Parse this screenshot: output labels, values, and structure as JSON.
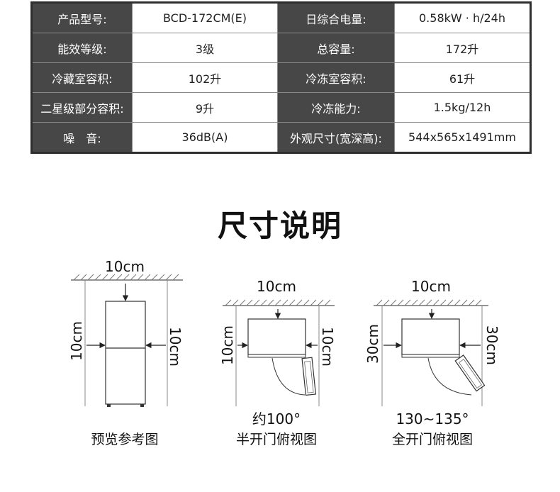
{
  "spec_rows": [
    [
      {
        "label": "产品型号:",
        "value": "BCD-172CM(E)"
      },
      {
        "label": "日综合电量:",
        "value": "0.58kW · h/24h"
      }
    ],
    [
      {
        "label": "能效等级:",
        "value": "3级"
      },
      {
        "label": "总容量:",
        "value": "172升"
      }
    ],
    [
      {
        "label": "冷藏室容积:",
        "value": "102升"
      },
      {
        "label": "冷冻室容积:",
        "value": "61升"
      }
    ],
    [
      {
        "label": "二星级部分容积:",
        "value": "9升"
      },
      {
        "label": "冷冻能力:",
        "value": "1.5kg/12h"
      }
    ],
    [
      {
        "label": "噪　音:",
        "value": "36dB(A)"
      },
      {
        "label": "外观尺寸(宽深高):",
        "value": "544x565x1491mm"
      }
    ]
  ],
  "section_title": "尺寸说明",
  "diagrams": {
    "front": {
      "top": "10cm",
      "left": "10cm",
      "right": "10cm",
      "caption": "预览参考图"
    },
    "half": {
      "top": "10cm",
      "left": "10cm",
      "right": "10cm",
      "angle": "约100°",
      "caption": "半开门俯视图"
    },
    "full": {
      "top": "10cm",
      "left": "30cm",
      "right": "30cm",
      "angle": "130~135°",
      "caption": "全开门俯视图"
    }
  },
  "colors": {
    "label_bg": "#474747",
    "label_text": "#ffffff",
    "border": "#2e2e2e"
  }
}
